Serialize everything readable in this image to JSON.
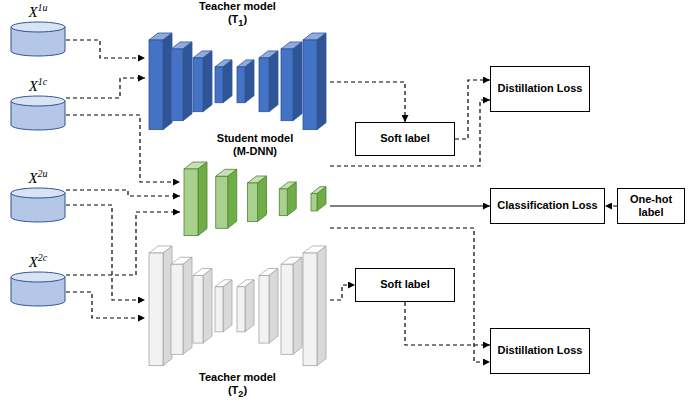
{
  "diagram": {
    "nodes": [
      {
        "text": [
          "X1u"
        ]
      },
      {
        "text": [
          "X1c"
        ]
      },
      {
        "text": [
          "X2u"
        ]
      },
      {
        "text": [
          "X2c"
        ]
      },
      {
        "text": [
          "Teacher model (T1)"
        ]
      },
      {
        "text": [
          "Student model (M-DNN)"
        ]
      },
      {
        "text": [
          "Teacher model (T2)"
        ]
      },
      {
        "text": [
          "Soft label"
        ]
      },
      {
        "text": [
          "Distillation Loss"
        ]
      },
      {
        "text": [
          "Classification Loss"
        ]
      },
      {
        "text": [
          "One-hot label"
        ]
      },
      {
        "text": [
          "Soft label"
        ]
      },
      {
        "text": [
          "Distillation Loss"
        ]
      }
    ],
    "edges": [
      {
        "from": 0,
        "to": 4,
        "arrow": "to"
      },
      {
        "from": 1,
        "to": 4,
        "arrow": "to"
      },
      {
        "from": 1,
        "to": 5,
        "arrow": "to"
      },
      {
        "from": 2,
        "to": 5,
        "arrow": "to"
      },
      {
        "from": 3,
        "to": 5,
        "arrow": "to"
      },
      {
        "from": 2,
        "to": 6,
        "arrow": "to"
      },
      {
        "from": 3,
        "to": 6,
        "arrow": "to"
      },
      {
        "from": 4,
        "to": 7,
        "arrow": "to"
      },
      {
        "from": 7,
        "to": 8,
        "arrow": "to"
      },
      {
        "from": 5,
        "to": 8,
        "arrow": "to"
      },
      {
        "from": 5,
        "to": 9,
        "arrow": "to"
      },
      {
        "from": 10,
        "to": 9,
        "arrow": "to"
      },
      {
        "from": 6,
        "to": 11,
        "arrow": "to"
      },
      {
        "from": 11,
        "to": 12,
        "arrow": "to"
      },
      {
        "from": 5,
        "to": 12,
        "arrow": "to"
      }
    ]
  }
}
